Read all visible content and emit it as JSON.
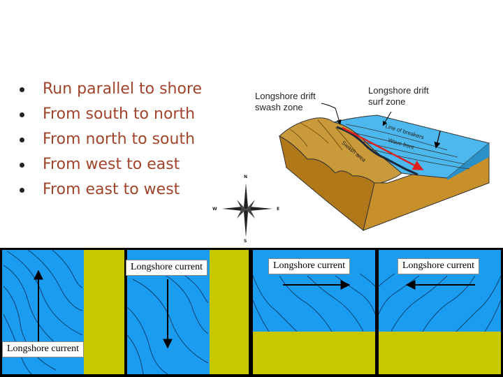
{
  "bullets": [
    "Run parallel to shore",
    "From south to north",
    "From north to south",
    "From west to east",
    "From east to west"
  ],
  "diagram": {
    "label_swash": "Longshore drift\nswash zone",
    "label_surf": "Longshore drift\nsurf zone",
    "label_breakers": "Line of breakers",
    "label_wave_front": "Wave front",
    "label_swash_area": "Swash area"
  },
  "compass": {
    "n": "N",
    "s": "S",
    "e": "E",
    "w": "W"
  },
  "panels": [
    {
      "label": "Longshore current",
      "direction": "up"
    },
    {
      "label": "Longshore current",
      "direction": "down"
    },
    {
      "label": "Longshore current",
      "direction": "right"
    },
    {
      "label": "Longshore current",
      "direction": "left"
    }
  ],
  "colors": {
    "water": "#1a9df0",
    "sand": "#c8c800",
    "bullet_text": "#a0442c",
    "drift_arrow": "#e02020",
    "block_soil": "#c8902a"
  }
}
